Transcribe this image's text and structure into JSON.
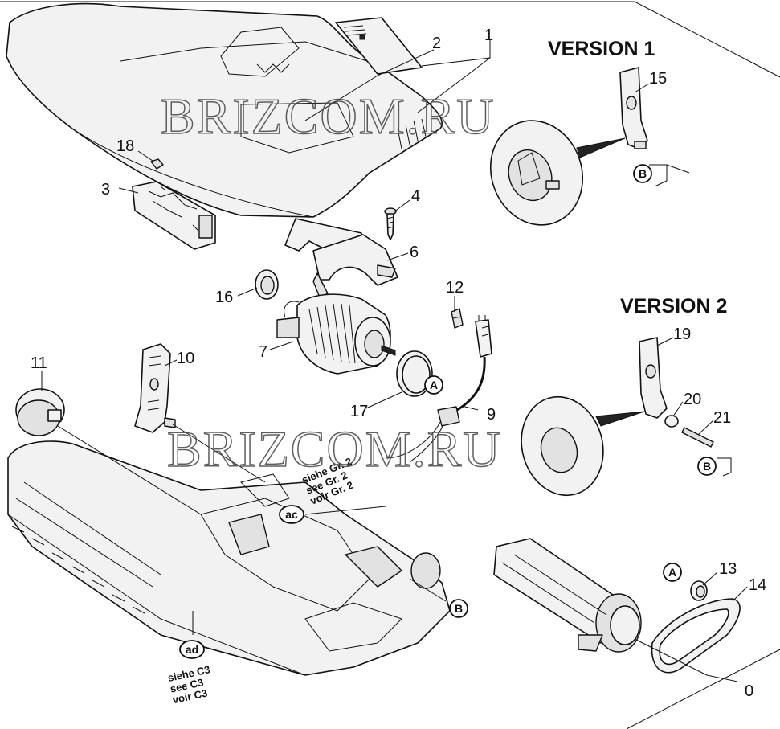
{
  "labels": {
    "l0": "0",
    "l1": "1",
    "l2": "2",
    "l3": "3",
    "l4": "4",
    "l6": "6",
    "l7": "7",
    "l9": "9",
    "l10": "10",
    "l11": "11",
    "l12": "12",
    "l13": "13",
    "l14": "14",
    "l15": "15",
    "l16": "16",
    "l17": "17",
    "l18": "18",
    "l19": "19",
    "l20": "20",
    "l21": "21"
  },
  "versions": {
    "v1": "VERSION 1",
    "v2": "VERSION 2"
  },
  "callouts": {
    "A": "A",
    "B": "B",
    "ac": "ac",
    "ad": "ad"
  },
  "notes": {
    "gr": [
      "siehe Gr. 2",
      "see Gr. 2",
      "voir Gr. 2"
    ],
    "c3": [
      "siehe C3",
      "see C3",
      "voir C3"
    ]
  },
  "watermark": "BRIZCOM.RU"
}
